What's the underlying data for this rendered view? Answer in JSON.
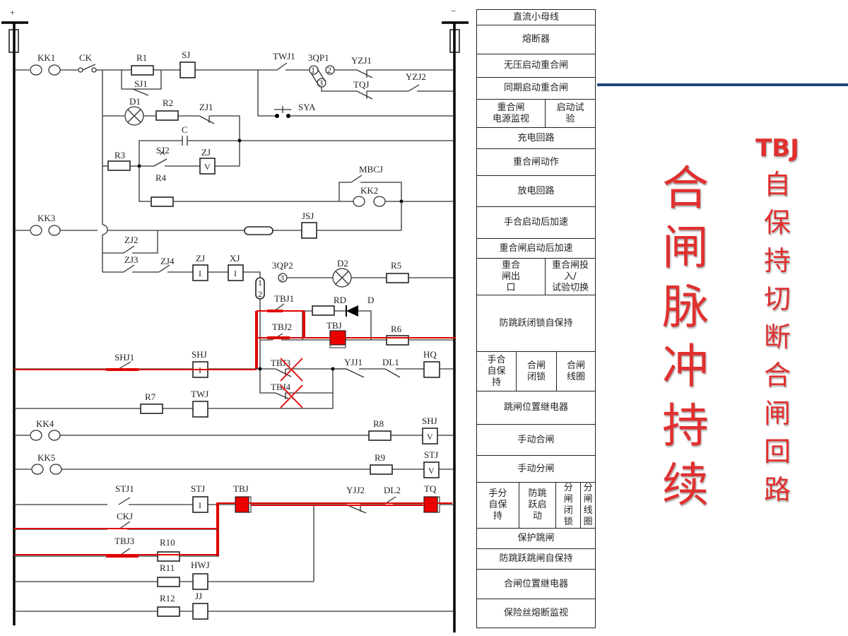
{
  "bus": {
    "positive_label": "+",
    "negative_label": "−"
  },
  "components": {
    "KK1": "KK1",
    "CK": "CK",
    "R1": "R1",
    "SJ": "SJ",
    "SJ1": "SJ1",
    "TWJ1": "TWJ1",
    "3QP1": "3QP1",
    "YZJ1": "YZJ1",
    "YZJ2": "YZJ2",
    "TQJ": "TQJ",
    "SYA": "SYA",
    "D1": "D1",
    "R2": "R2",
    "ZJ1": "ZJ1",
    "C": "C",
    "R3": "R3",
    "SJ2": "SJ2",
    "ZJ": "ZJ",
    "R4": "R4",
    "MBCJ": "MBCJ",
    "KK2": "KK2",
    "KK3": "KK3",
    "JSJ": "JSJ",
    "ZJ2": "ZJ2",
    "ZJ3": "ZJ3",
    "ZJ4": "ZJ4",
    "ZJ_I": "ZJ",
    "XJ": "XJ",
    "3QP2": "3QP2",
    "D2": "D2",
    "R5": "R5",
    "TBJ1": "TBJ1",
    "RD": "RD",
    "D": "D",
    "TBJ2": "TBJ2",
    "TBJ": "TBJ",
    "R6": "R6",
    "SHJ1": "SHJ1",
    "SHJ": "SHJ",
    "TBJ3": "TBJ3",
    "TBJ4": "TBJ4",
    "YJJ1": "YJJ1",
    "DL1": "DL1",
    "HQ": "HQ",
    "R7": "R7",
    "TWJ": "TWJ",
    "KK4": "KK4",
    "R8": "R8",
    "SHJ_V": "SHJ",
    "KK5": "KK5",
    "R9": "R9",
    "STJ_V": "STJ",
    "STJ1": "STJ1",
    "STJ": "STJ",
    "TBJ_coil": "TBJ",
    "YJJ2": "YJJ2",
    "DL2": "DL2",
    "TQ": "TQ",
    "CKJ": "CKJ",
    "TBJ3b": "TBJ3",
    "R10": "R10",
    "R11": "R11",
    "HWJ": "HWJ",
    "R12": "R12",
    "JJ": "JJ"
  },
  "symbols": {
    "current": "I",
    "voltage": "V",
    "term1": "1",
    "term2": "2",
    "term3": "3"
  },
  "legend": [
    {
      "cells": [
        "直流小母线"
      ]
    },
    {
      "cells": [
        "熔断器"
      ]
    },
    {
      "cells": [
        "无压启动重合闸"
      ]
    },
    {
      "cells": [
        "同期启动重合闸"
      ]
    },
    {
      "cells": [
        "重合闸\n电源监视",
        "启动试\n验"
      ]
    },
    {
      "cells": [
        "充电回路"
      ]
    },
    {
      "cells": [
        "重合闸动作"
      ]
    },
    {
      "cells": [
        "放电回路"
      ]
    },
    {
      "cells": [
        "手合启动后加速"
      ]
    },
    {
      "cells": [
        "重合闸启动后加速"
      ]
    },
    {
      "cells": [
        "重合\n闸出\n口",
        "重合闸投入/\n试验切换"
      ]
    },
    {
      "cells": [
        "防跳跃闭锁自保持"
      ]
    },
    {
      "cells": [
        "手合\n自保\n持",
        "合闸\n闭锁",
        "合闸\n线圈"
      ]
    },
    {
      "cells": [
        "跳闸位置继电器"
      ]
    },
    {
      "cells": [
        "手动合闸"
      ]
    },
    {
      "cells": [
        "手动分闸"
      ]
    },
    {
      "cells": [
        "手分\n自保\n持",
        "防跳\n跃启\n动",
        "分\n闸\n闭\n锁",
        "分\n闸\n线\n圈"
      ]
    },
    {
      "cells": [
        "保护跳闸"
      ]
    },
    {
      "cells": [
        "防跳跃跳闸自保持"
      ]
    },
    {
      "cells": [
        "合闸位置继电器"
      ]
    },
    {
      "cells": [
        "保险丝熔断监视"
      ]
    }
  ],
  "titles": {
    "main": [
      "合",
      "闸",
      "脉",
      "冲",
      "持",
      "续"
    ],
    "sub_head": "TBJ",
    "sub": [
      "自",
      "保",
      "持",
      "切",
      "断",
      "合",
      "闸",
      "回",
      "路"
    ]
  },
  "colors": {
    "highlight": "#e00000",
    "title_red": "#e03030",
    "rule_blue": "#1f497d"
  }
}
